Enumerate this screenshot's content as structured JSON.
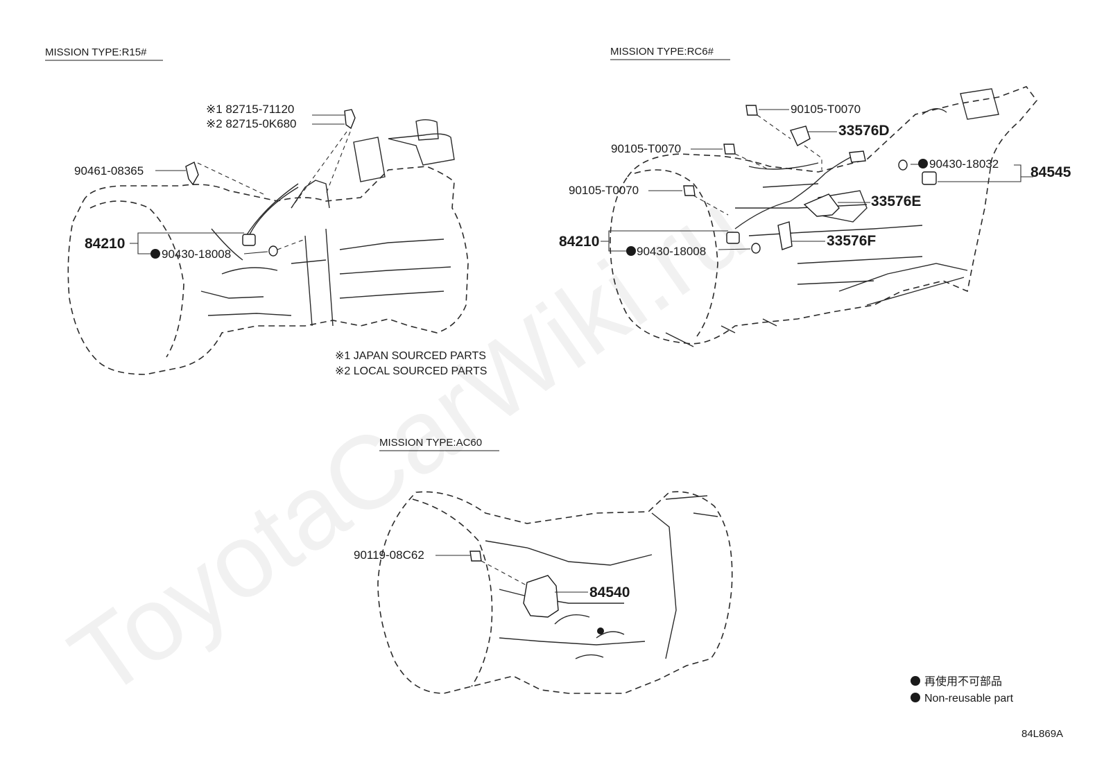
{
  "watermark": "ToyotaCarWiki.ru",
  "sections": {
    "r15": {
      "title": "MISSION TYPE:R15#",
      "labels": {
        "j1": "※1 82715-71120",
        "j2": "※2 82715-0K680",
        "p90461": "90461-08365",
        "p84210": "84210",
        "p90430": "90430-18008"
      }
    },
    "rc6": {
      "title": "MISSION TYPE:RC6#",
      "labels": {
        "p90105a": "90105-T0070",
        "p33576d": "33576D",
        "p90105b": "90105-T0070",
        "p90430b": "90430-18032",
        "p84545": "84545",
        "p90105c": "90105-T0070",
        "p33576e": "33576E",
        "p84210": "84210",
        "p90430": "90430-18008",
        "p33576f": "33576F"
      }
    },
    "ac60": {
      "title": "MISSION TYPE:AC60",
      "labels": {
        "p90119": "90119-08C62",
        "p84540": "84540"
      }
    }
  },
  "notes": {
    "n1": "※1 JAPAN SOURCED PARTS",
    "n2": "※2 LOCAL SOURCED PARTS"
  },
  "legend": {
    "jp": "再使用不可部品",
    "en": "Non-reusable part"
  },
  "diagram_code": "84L869A"
}
